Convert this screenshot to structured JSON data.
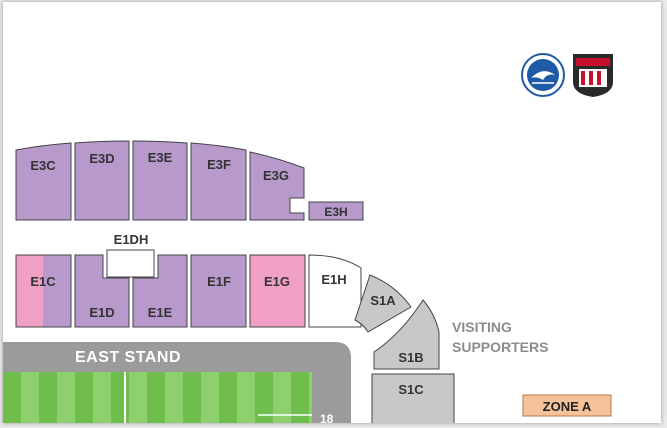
{
  "colors": {
    "lavender": "#b79acb",
    "pink": "#f1a0c5",
    "white": "#ffffff",
    "grey": "#c8c8c8",
    "stand_bar": "#9b9b9b",
    "zone_a": "#f6c29a",
    "pitch_light": "#8fd06e",
    "pitch_dark": "#6fbe4d"
  },
  "logos": {
    "left": "brighton-club-crest",
    "right": "brentford-club-crest"
  },
  "upper_tier": {
    "e3c": "E3C",
    "e3d": "E3D",
    "e3e": "E3E",
    "e3f": "E3F",
    "e3g": "E3G",
    "e3h": "E3H"
  },
  "lower_tier": {
    "e1c": "E1C",
    "e1d": "E1D",
    "e1e": "E1E",
    "e1dh": "E1DH",
    "e1f": "E1F",
    "e1g": "E1G",
    "e1h": "E1H"
  },
  "south": {
    "s1a": "S1A",
    "s1b": "S1B",
    "s1c": "S1C"
  },
  "stand_name": "EAST STAND",
  "visiting": {
    "line1": "VISITING",
    "line2": "SUPPORTERS"
  },
  "zone_label": "ZONE A",
  "pitch_marking": "18"
}
